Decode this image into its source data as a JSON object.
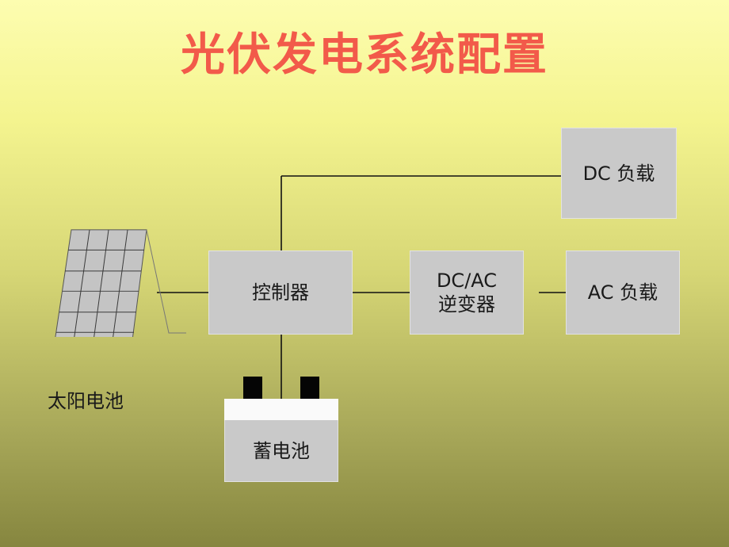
{
  "title": "光伏发电系统配置",
  "colors": {
    "title": "#f25a4a",
    "box_fill": "#c9c9c9",
    "wire": "#111111"
  },
  "components": {
    "dc_load": "DC 负载",
    "controller": "控制器",
    "inverter_line1": "DC/AC",
    "inverter_line2": "逆变器",
    "ac_load": "AC 负载",
    "battery": "蓄电池",
    "solar_panel": "太阳电池"
  }
}
